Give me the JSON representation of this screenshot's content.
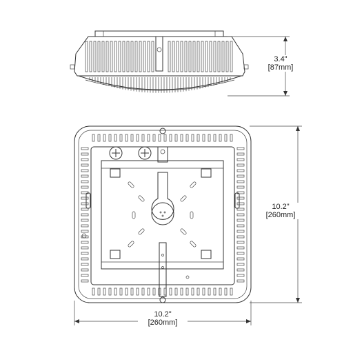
{
  "dimensions": {
    "height": {
      "inch": "3.4\"",
      "mm": "[87mm]"
    },
    "side": {
      "inch": "10.2\"",
      "mm": "[260mm]"
    },
    "bottom": {
      "inch": "10.2\"",
      "mm": "[260mm]"
    }
  },
  "colors": {
    "line": "#333333",
    "background": "#ffffff"
  }
}
